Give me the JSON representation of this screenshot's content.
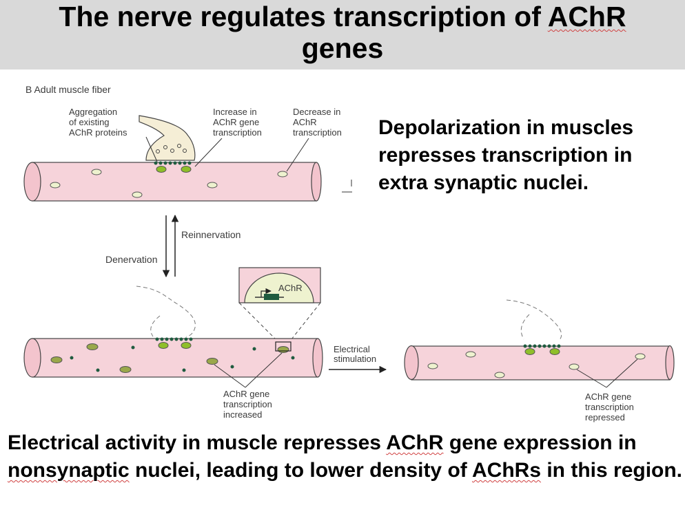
{
  "title": {
    "line1_prefix": "The nerve regulates transcription of ",
    "line1_flagged": "AChR",
    "line2": "genes"
  },
  "diagram": {
    "panel_label": "B  Adult muscle fiber",
    "top_labels": {
      "aggregation": [
        "Aggregation",
        "of existing",
        "AChR proteins"
      ],
      "increase": [
        "Increase in",
        "AChR gene",
        "transcription"
      ],
      "decrease": [
        "Decrease in",
        "AChR",
        "transcription"
      ]
    },
    "reinnervation_label": "Reinnervation",
    "denervation_label": "Denervation",
    "inset_gene_label": "AChR",
    "electrical_label": [
      "Electrical",
      "stimulation"
    ],
    "increased_label": [
      "AChR gene",
      "transcription",
      "increased"
    ],
    "repressed_label": [
      "AChR gene",
      "transcription",
      "repressed"
    ],
    "colors": {
      "fiber_fill": "#f6d3da",
      "fiber_end": "#f3c4cd",
      "fiber_stroke": "#444444",
      "nucleus_pale": "#eef2cf",
      "nucleus_active": "#9aa84a",
      "nucleus_strong": "#8fbf2a",
      "receptor_dot": "#1f5b3f",
      "terminal_fill": "#f5eed6"
    }
  },
  "side_note": "Depolarization in muscles represses transcription in extra synaptic nuclei.",
  "bottom_note": {
    "part1": "Electrical activity in muscle represses ",
    "flag1": "AChR",
    "part2": " gene expression in ",
    "flag2": "nonsynaptic",
    "part3": " nuclei, leading to lower density of ",
    "flag3": "AChRs",
    "part4": " in this region."
  }
}
